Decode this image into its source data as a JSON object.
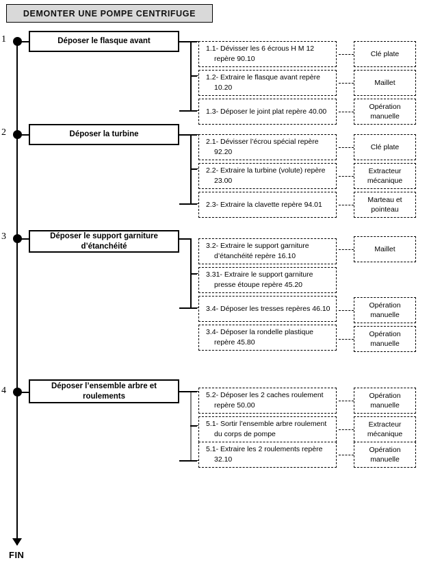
{
  "header": {
    "title": "DEMONTER  UNE  POMPE CENTRIFUGE"
  },
  "flow": {
    "end_label": "FIN"
  },
  "steps": [
    {
      "number": "1",
      "label": "Déposer le flasque avant",
      "tasks": [
        {
          "text": "1.1- Dévisser les 6 écrous H M 12 repère 90.10",
          "tool": "Clé plate"
        },
        {
          "text": "1.2- Extraire le flasque avant repère 10.20",
          "tool": "Maillet"
        },
        {
          "text": "1.3- Déposer le joint plat repère 40.00",
          "tool": "Opération manuelle"
        }
      ]
    },
    {
      "number": "2",
      "label": "Déposer la turbine",
      "tasks": [
        {
          "text": "2.1- Dévisser l’écrou spécial repère 92.20",
          "tool": "Clé plate"
        },
        {
          "text": "2.2- Extraire la turbine (volute) repère 23.00",
          "tool": "Extracteur mécanique"
        },
        {
          "text": "2.3- Extraire la clavette repère 94.01",
          "tool": "Marteau et pointeau"
        }
      ]
    },
    {
      "number": "3",
      "label": "Déposer le support garniture d’étanchéité",
      "tasks": [
        {
          "text": "3.2- Extraire le support garniture d’étanchéité repère 16.10",
          "tool": "Maillet"
        },
        {
          "text": "3.31- Extraire le support garniture presse étoupe repère 45.20",
          "tool": ""
        },
        {
          "text": "3.4- Déposer les tresses repères 46.10",
          "tool": "Opération manuelle"
        },
        {
          "text": "3.4- Déposer la rondelle plastique repère 45.80",
          "tool": "Opération manuelle"
        }
      ]
    },
    {
      "number": "4",
      "label": "Déposer l’ensemble arbre et roulements",
      "tasks": [
        {
          "text": "5.2- Déposer les 2 caches roulement repère 50.00",
          "tool": "Opération manuelle"
        },
        {
          "text": "5.1- Sortir l’ensemble arbre roulement du corps de pompe",
          "tool": "Extracteur mécanique"
        },
        {
          "text": "5.1- Extraire les 2 roulements repère 32.10",
          "tool": "Opération manuelle"
        }
      ]
    }
  ],
  "colors": {
    "banner_fill": "#d9d9d9",
    "line": "#000000",
    "gray_line": "#7d7d7d"
  }
}
